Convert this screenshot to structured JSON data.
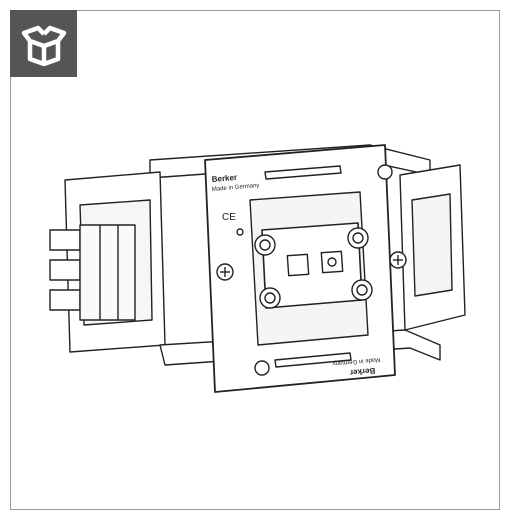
{
  "product": {
    "brand_front": "Berker",
    "origin_front": "Made in Germany",
    "brand_back": "Berker",
    "origin_back": "Made in Germany",
    "ce_mark": "CE"
  },
  "badge": {
    "icon": "open-box-icon",
    "background": "#555555"
  }
}
